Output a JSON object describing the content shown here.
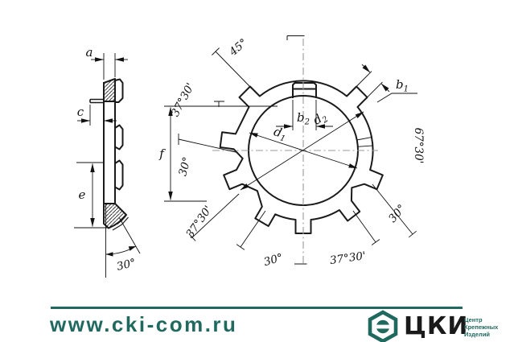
{
  "accent_color": "#20695f",
  "side_view": {
    "labels": {
      "a": "a",
      "c": "c",
      "e": "e",
      "bend_angle": "30°"
    }
  },
  "front_view": {
    "angles": {
      "top_left": "45°",
      "upper_left": "37°30'",
      "left": "30°",
      "lower_left": "37°30'",
      "bottom_left": "30°",
      "bottom_right": "37°30'",
      "right": "30°",
      "right_upper": "67°30'"
    },
    "letters": {
      "f": "f",
      "d1": {
        "base": "d",
        "sub": "1"
      },
      "d2": {
        "base": "d",
        "sub": "2"
      },
      "b1": {
        "base": "b",
        "sub": "1"
      },
      "b2": {
        "base": "b",
        "sub": "2"
      }
    }
  },
  "footer": {
    "url": "www.cki-com.ru",
    "brand": "ЦКИ",
    "brand_sub_lines": [
      "Центр",
      "Крепежных",
      "Изделий"
    ]
  }
}
